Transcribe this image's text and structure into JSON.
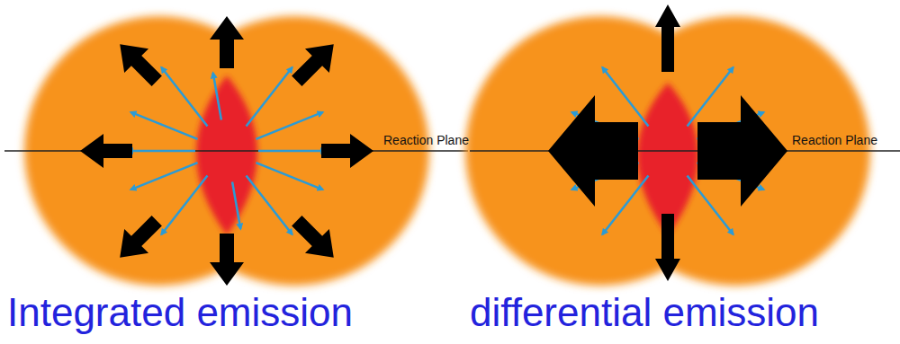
{
  "diagram": {
    "labels": [
      "Reaction Plane",
      "Reaction Plane",
      "Integrated emission",
      "differential emission"
    ]
  }
}
